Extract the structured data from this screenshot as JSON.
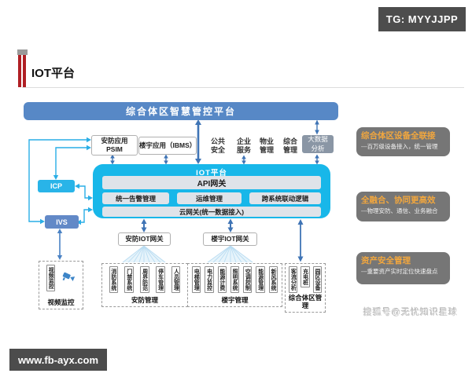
{
  "header": {
    "tg_badge": "TG: MYYJJPP",
    "page_title": "IOT平台"
  },
  "banner": {
    "label": "综合体区智慧管控平台"
  },
  "app_layer": {
    "psim": {
      "line1": "安防应用",
      "line2": "PSIM"
    },
    "ibms": "楼宇应用（IBMS）",
    "labels": [
      {
        "l1": "公共",
        "l2": "安全"
      },
      {
        "l1": "企业",
        "l2": "服务"
      },
      {
        "l1": "物业",
        "l2": "管理"
      },
      {
        "l1": "综合",
        "l2": "管理"
      }
    ],
    "bigdata": {
      "line1": "大数据",
      "line2": "分析"
    }
  },
  "left_boxes": {
    "icp": "ICP",
    "ivs": "IVS"
  },
  "platform": {
    "title": "IOT平台",
    "api": "API网关",
    "modules": [
      "统一告警管理",
      "运维管理",
      "跨系统联动逻辑"
    ],
    "cloud": "云网关(统一数据接入)"
  },
  "gateways": [
    "安防IOT网关",
    "楼宇IOT网关"
  ],
  "device_groups": [
    {
      "name": "视频监控",
      "items": [
        "视频监控"
      ]
    },
    {
      "name": "安防管理",
      "items": [
        "消防系统",
        "门禁系统",
        "周界防范",
        "停车管理",
        "人员管理"
      ]
    },
    {
      "name": "楼宇管理",
      "items": [
        "电梯管理",
        "电力监控",
        "能源计费",
        "照明系统",
        "空调控制",
        "能源管理",
        "新风系统"
      ]
    },
    {
      "name": "综合体区管理",
      "items": [
        "客流分析",
        "充电桩",
        "园区设备"
      ]
    }
  ],
  "benefits": [
    {
      "title": "综合体区设备全联接",
      "desc": "---百万级设备接入，统一管理"
    },
    {
      "title": "全融合、协同更高效",
      "desc": "---物理安防、通信、业务融合"
    },
    {
      "title": "资产安全管理",
      "desc": "---重要资产实时定位快速盘点"
    }
  ],
  "footer": {
    "website": "www.fb-ayx.com",
    "watermark": "搜狐号@无忧知识星球"
  },
  "colors": {
    "banner_blue": "#5788c6",
    "platform_cyan": "#18b7e9",
    "icp_cyan": "#29b4e8",
    "ivs_blue": "#6289c7",
    "bigdata_gray": "#8a96a5",
    "benefit_gray": "#767676",
    "benefit_orange": "#f2a73e",
    "dark_badge": "#4d4d4d",
    "red_accent": "#b01f24",
    "connector_blue": "#3f74b5",
    "connector_cyan": "#29aee6"
  }
}
